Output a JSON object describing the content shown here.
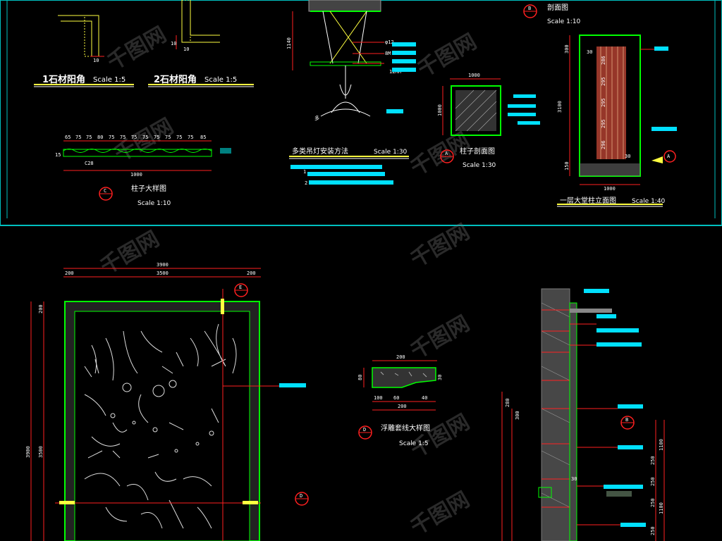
{
  "watermark": "千图网",
  "details": {
    "d1": {
      "title": "1石材阳角",
      "scale": "Scale 1:5",
      "dim": "10"
    },
    "d2": {
      "title": "2石材阳角",
      "scale": "Scale 1:5",
      "dim_a": "10",
      "dim_b": "10"
    },
    "d3": {
      "title": "柱子大样图",
      "scale": "Scale 1:10",
      "badge": "C",
      "top_dims": [
        "65",
        "75",
        "75",
        "80",
        "75",
        "75",
        "75",
        "75",
        "75",
        "75",
        "75",
        "75",
        "85"
      ],
      "width": "1000",
      "left_dim": "15",
      "note": "C28"
    },
    "d4": {
      "title": "多类吊灯安装方法",
      "scale": "Scale 1:30",
      "height": "1140",
      "notes": [
        "φ12",
        "8M",
        "12MM"
      ],
      "legend": [
        "1",
        "2"
      ]
    },
    "d5": {
      "title": "柱子剖面图",
      "scale": "Scale 1:30",
      "badge": "A",
      "width": "1000",
      "height": "1000"
    },
    "d6": {
      "title": "剖面图",
      "scale": "Scale 1:10",
      "badge": "B"
    },
    "d7": {
      "title": "一层大堂柱立面图",
      "scale": "Scale 1:40",
      "badge": "A",
      "height": "3100",
      "top": "300",
      "bottom": "150",
      "width": "1000",
      "inner": [
        "30",
        "30"
      ],
      "labels": [
        "286",
        "295",
        "295",
        "295",
        "296"
      ]
    },
    "d8": {
      "top_total": "3900",
      "top_inner": "3500",
      "left_margin": "200",
      "right_margin": "200",
      "height_outer": "3900",
      "height_inner": "3500",
      "top_small": "200",
      "badge": "E",
      "badge2": "D"
    },
    "d9": {
      "title": "浮雕套线大样图",
      "scale": "Scale 1:5",
      "badge": "D",
      "width": "200",
      "height": "80",
      "right": "30",
      "bottom_dims": [
        "100",
        "60",
        "40"
      ],
      "bottom_total": "200"
    },
    "d10": {
      "badge": "B",
      "right_dims": [
        "1100",
        "250",
        "250",
        "250",
        "1100",
        "250"
      ],
      "left_dims": [
        "280",
        "300"
      ],
      "inner": "30"
    }
  }
}
